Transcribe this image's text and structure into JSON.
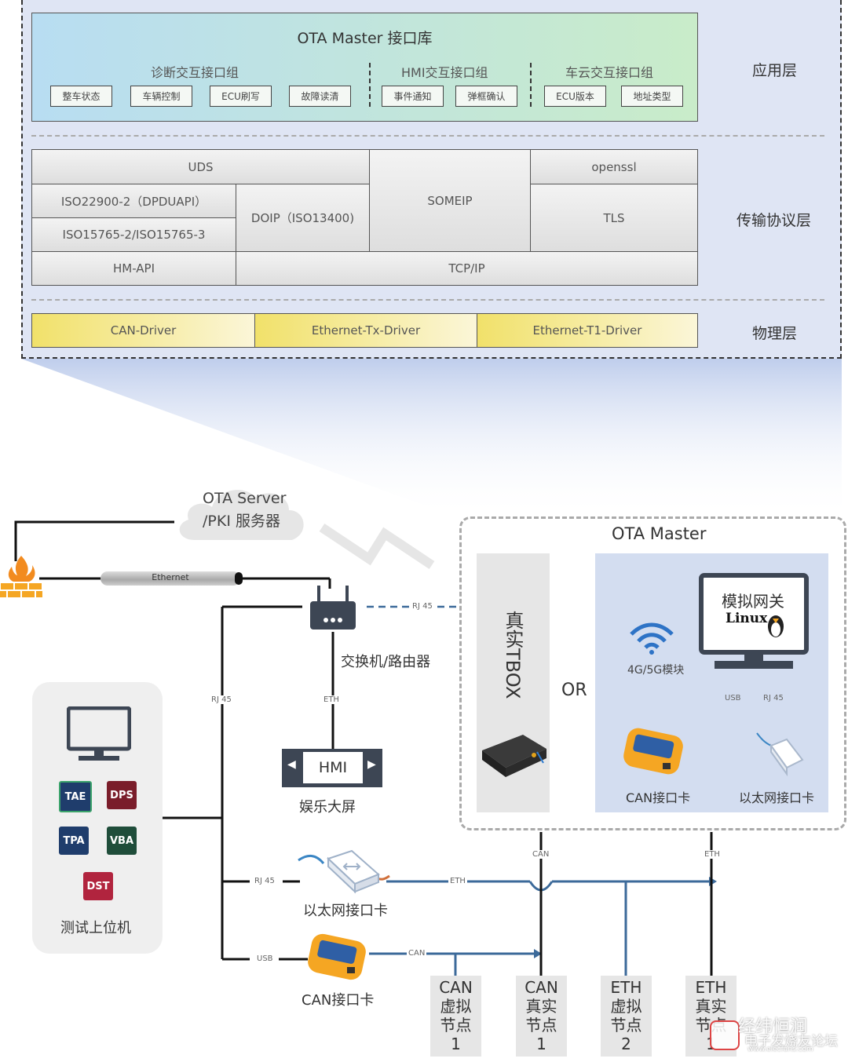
{
  "top_panel": {
    "library_title": "OTA Master 接口库",
    "groups": [
      {
        "title": "诊断交互接口组",
        "items": [
          "整车状态",
          "车辆控制",
          "ECU刷写",
          "故障读清"
        ]
      },
      {
        "title": "HMI交互接口组",
        "items": [
          "事件通知",
          "弹框确认"
        ]
      },
      {
        "title": "车云交互接口组",
        "items": [
          "ECU版本",
          "地址类型"
        ]
      }
    ],
    "layers": {
      "app": "应用层",
      "transport": "传输协议层",
      "physical": "物理层"
    },
    "transport_cells": {
      "uds": "UDS",
      "iso22900": "ISO22900-2（DPDUAPI）",
      "iso15765": "ISO15765-2/ISO15765-3",
      "hmapi": "HM-API",
      "doip": "DOIP（ISO13400)",
      "someip": "SOMEIP",
      "openssl": "openssl",
      "tls": "TLS",
      "tcpip": "TCP/IP"
    },
    "drivers": [
      "CAN-Driver",
      "Ethernet-Tx-Driver",
      "Ethernet-T1-Driver"
    ]
  },
  "network": {
    "server": [
      "OTA Server",
      "/PKI 服务器"
    ],
    "ethernet_cable": "Ethernet",
    "router_label": "交换机/路由器",
    "rj45": "RJ 45",
    "eth": "ETH",
    "usb": "USB",
    "can": "CAN",
    "hmi": "HMI",
    "hmi_label": "娱乐大屏",
    "pc_label": "测试上位机",
    "tool_logos": [
      "TAE",
      "DPS",
      "TPA",
      "VBA",
      "DST"
    ],
    "eth_card_label": "以太网接口卡",
    "can_card_label": "CAN接口卡"
  },
  "ota_master": {
    "title": "OTA Master",
    "tbox": "真实TBOX",
    "or": "OR",
    "gateway": "模拟网关",
    "linux": "Linux",
    "wifi_label": "4G/5G模块",
    "can_card": "CAN接口卡",
    "eth_card": "以太网接口卡"
  },
  "nodes": [
    [
      "CAN",
      "虚拟",
      "节点",
      "1"
    ],
    [
      "CAN",
      "真实",
      "节点",
      "1"
    ],
    [
      "ETH",
      "虚拟",
      "节点",
      "2"
    ],
    [
      "ETH",
      "真实",
      "节点",
      "1"
    ]
  ],
  "watermark": [
    "经纬恒润",
    "电子发烧友论坛",
    "www.elecfans.com"
  ],
  "colors": {
    "panel_bg": "#dfe5f4",
    "line_blue": "#3c6a9a",
    "gateway_bg": "#d3ddf0"
  }
}
